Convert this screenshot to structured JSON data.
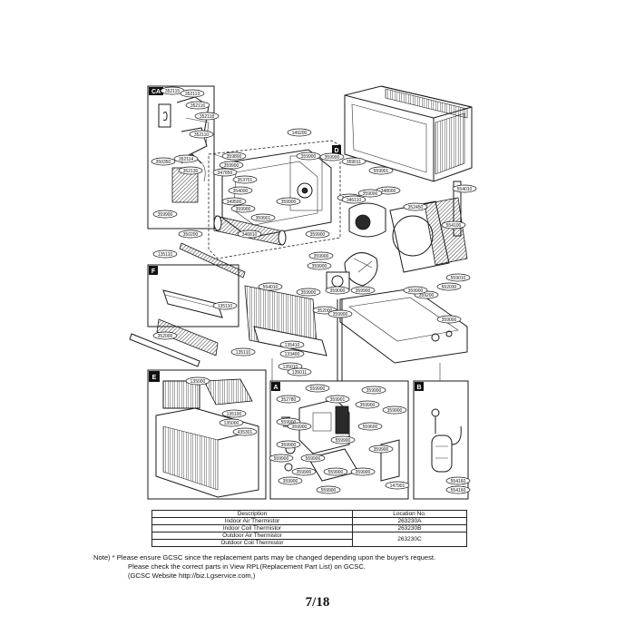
{
  "sections": {
    "CA": "CA",
    "D": "D",
    "F": "F",
    "E": "E",
    "A": "A",
    "B": "B"
  },
  "part_labels": {
    "ca": [
      "352115",
      "352113",
      "352116",
      "352118",
      "352110",
      "352114",
      "350350",
      "352130",
      "359900"
    ],
    "d": [
      "149200",
      "359800",
      "359900",
      "359900",
      "359900",
      "347850",
      "353701",
      "354000",
      "349500",
      "359900",
      "359901",
      "346810",
      "359900",
      "359900",
      "346810"
    ],
    "top_right": [
      "359011",
      "559901",
      "348000",
      "359000",
      "346110",
      "554010",
      "352450",
      "554100",
      "559010",
      "552030",
      "359200",
      "359000"
    ],
    "fan": [
      "359900",
      "359900",
      "359000",
      "359900",
      "359900"
    ],
    "f": [
      "135110",
      "350200",
      "135110",
      "352000",
      "135110"
    ],
    "mid": [
      "554010",
      "359900",
      "352000",
      "359900",
      "135410",
      "133400",
      "135010",
      "135011"
    ],
    "e": [
      "135000",
      "135100",
      "135000",
      "435301"
    ],
    "a": [
      "559900",
      "359900",
      "352780",
      "359901",
      "359900",
      "559900",
      "359900",
      "359900",
      "559600",
      "359900",
      "559900",
      "559900",
      "359900",
      "559900",
      "359900",
      "559900",
      "359900",
      "359900",
      "559900",
      "147901"
    ],
    "b": [
      "554160",
      "554160"
    ]
  },
  "location_table": {
    "headers": [
      "Description",
      "Location No."
    ],
    "rows": [
      [
        "Indoor Air Thermistor",
        "263230A"
      ],
      [
        "Indoor Coil Thermistor",
        "263230B"
      ],
      [
        "Outdoor Air Thermistor",
        ""
      ],
      [
        "Outdoor Coil Thermistor",
        "263230C"
      ]
    ]
  },
  "notes": [
    "Note) * Please ensure GCSC since the replacement parts may be changed depending upon the buyer's request.",
    "Please check  the correct parts in View RPL(Replacement Part List) on GCSC.",
    "(GCSC Website  http://biz.Lgservice.com,)"
  ],
  "page_number": "7/18"
}
